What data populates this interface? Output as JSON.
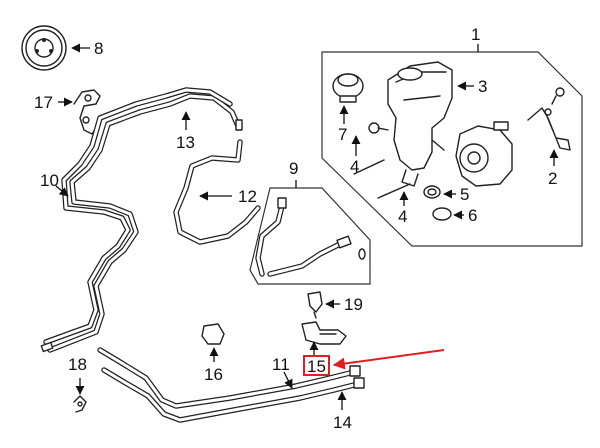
{
  "callouts": {
    "c1": "1",
    "c2": "2",
    "c3": "3",
    "c4a": "4",
    "c4b": "4",
    "c5": "5",
    "c6": "6",
    "c7": "7",
    "c8": "8",
    "c9": "9",
    "c10": "10",
    "c11": "11",
    "c12": "12",
    "c13": "13",
    "c14": "14",
    "c15": "15",
    "c16": "16",
    "c17": "17",
    "c18": "18",
    "c19": "19"
  },
  "highlight": {
    "part": "15",
    "color": "#e02020"
  },
  "colors": {
    "line": "#222222",
    "background": "#ffffff"
  }
}
